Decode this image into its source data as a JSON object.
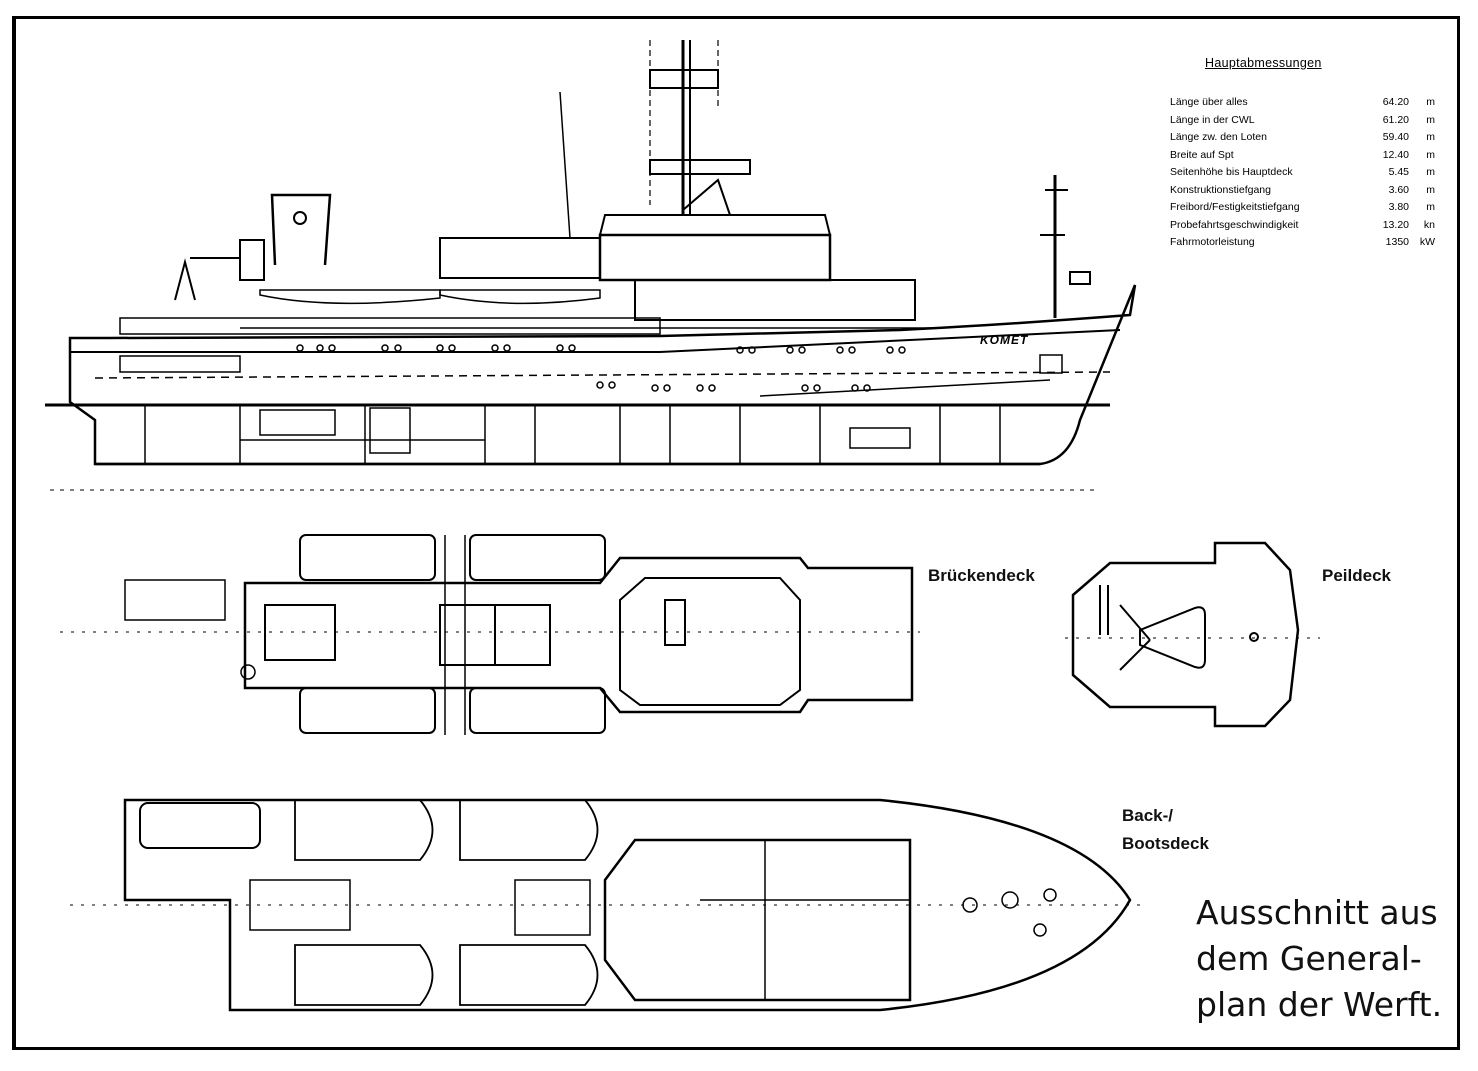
{
  "main_dimensions": {
    "title": "Hauptabmessungen",
    "rows": [
      {
        "label": "Länge über alles",
        "value": "64.20",
        "unit": "m"
      },
      {
        "label": "Länge in der CWL",
        "value": "61.20",
        "unit": "m"
      },
      {
        "label": "Länge zw. den Loten",
        "value": "59.40",
        "unit": "m"
      },
      {
        "label": "Breite auf Spt",
        "value": "12.40",
        "unit": "m"
      },
      {
        "label": "Seitenhöhe bis Hauptdeck",
        "value": "5.45",
        "unit": "m"
      },
      {
        "label": "Konstruktionstiefgang",
        "value": "3.60",
        "unit": "m"
      },
      {
        "label": "Freibord/Festigkeitstiefgang",
        "value": "3.80",
        "unit": "m"
      },
      {
        "label": "Probefahrtsgeschwindigkeit",
        "value": "13.20",
        "unit": "kn"
      },
      {
        "label": "Fahrmotorleistung",
        "value": "1350",
        "unit": "kW"
      }
    ]
  },
  "ship_name": "KOMET",
  "deck_labels": {
    "bridge_deck": "Brückendeck",
    "compass_deck": "Peildeck",
    "boat_deck_line1": "Back-/",
    "boat_deck_line2": "Bootsdeck"
  },
  "caption": {
    "line1": "Ausschnitt aus",
    "line2": "dem General-",
    "line3": "plan der Werft."
  }
}
